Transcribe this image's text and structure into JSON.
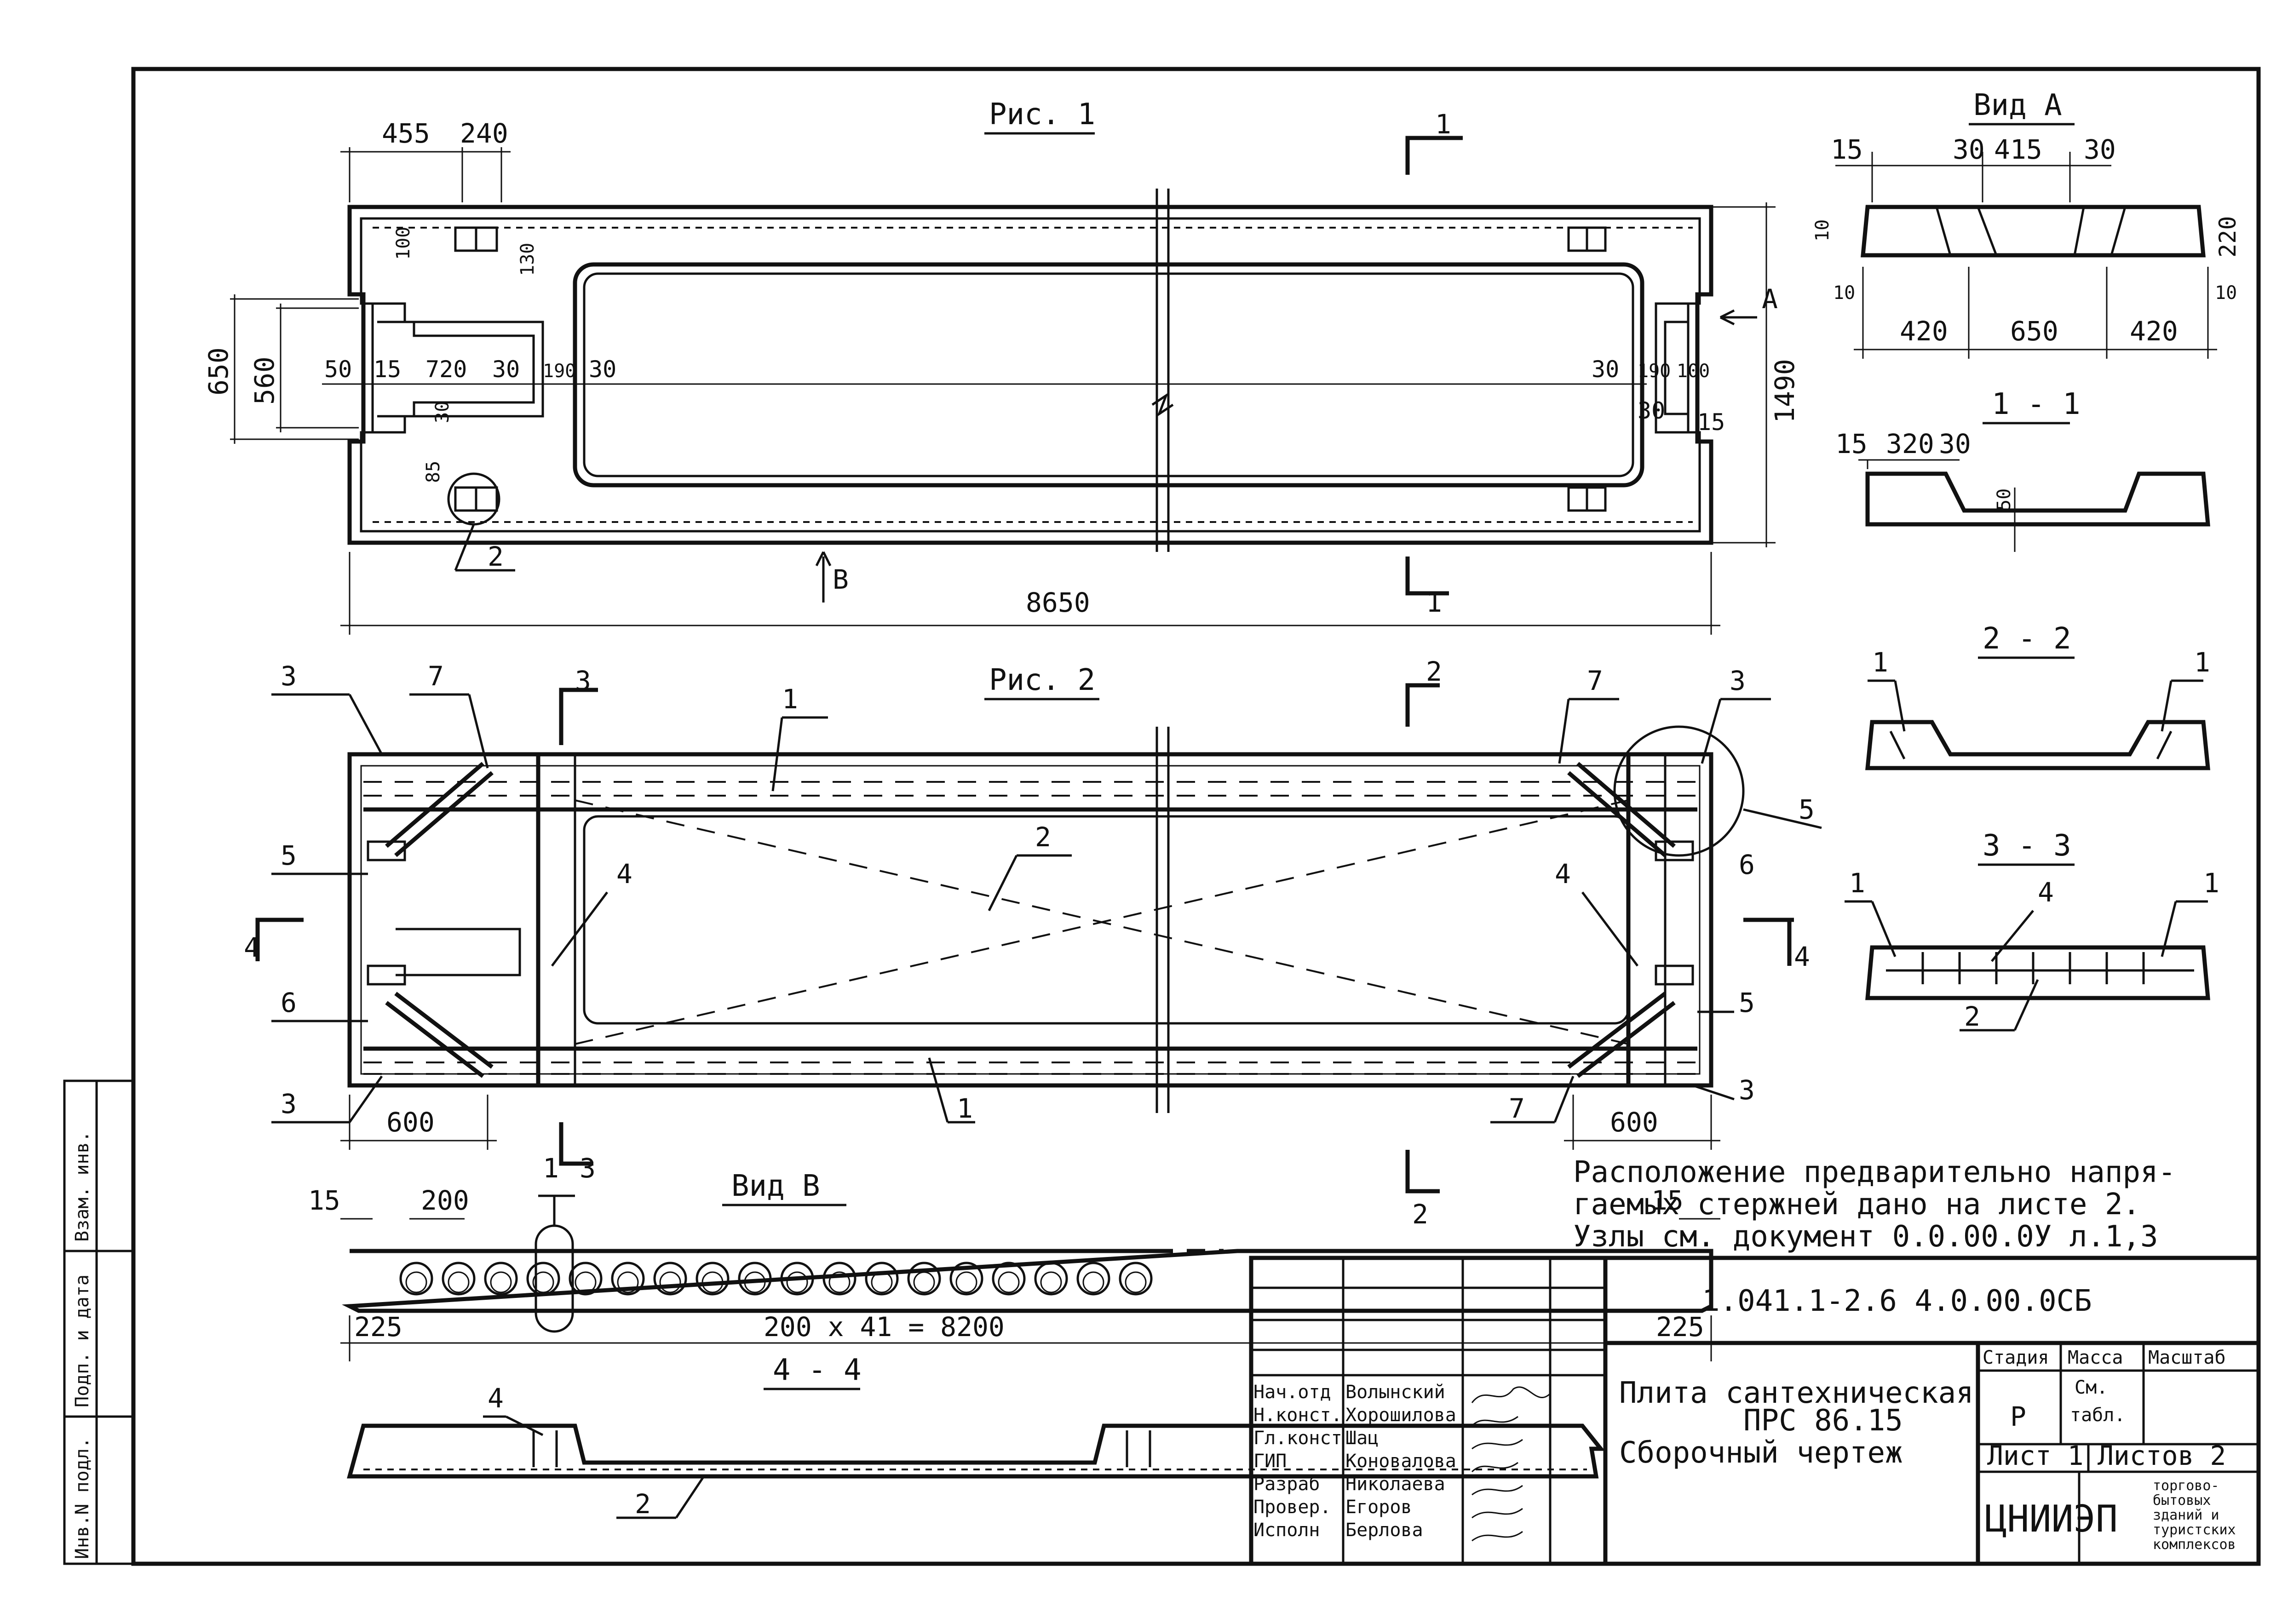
{
  "fig1": {
    "title": "Рис. 1",
    "dims": {
      "top_455": "455",
      "top_240": "240",
      "d100": "100",
      "d130": "130",
      "d650": "650",
      "d560": "560",
      "l50": "50",
      "l15": "15",
      "l720": "720",
      "l30a": "30",
      "l190": "190",
      "l30b": "30",
      "r30": "30",
      "r190": "190",
      "r100": "100",
      "r30b": "30",
      "r15": "15",
      "v30": "30",
      "v85": "85",
      "d1490": "1490",
      "total": "8650"
    },
    "callout_2": "2",
    "section_1": "1",
    "view_a": "А",
    "view_b": "В"
  },
  "vid_a": {
    "title": "Вид А",
    "d15": "15",
    "d30a": "30",
    "d415": "415",
    "d30b": "30",
    "d10a": "10",
    "d220": "220",
    "d10b": "10",
    "d420a": "420",
    "d650": "650",
    "d420b": "420",
    "d10c": "10"
  },
  "sec11": {
    "title": "1 - 1",
    "d15": "15",
    "d320": "320",
    "d30": "30",
    "d50": "50"
  },
  "fig2": {
    "title": "Рис. 2",
    "labels": [
      "3",
      "7",
      "1",
      "5",
      "4",
      "6",
      "3",
      "2",
      "7",
      "3",
      "5",
      "6",
      "4",
      "5",
      "3",
      "1",
      "7"
    ],
    "sec3_top": "3",
    "sec2_top": "2",
    "sec4_left": "4",
    "sec4_right": "4",
    "sec3_bot": "3",
    "sec2_bot": "2",
    "d600_left": "600",
    "d600_right": "600"
  },
  "sec22": {
    "title": "2 - 2",
    "l1a": "1",
    "l1b": "1"
  },
  "sec33": {
    "title": "3 - 3",
    "l1a": "1",
    "l4": "4",
    "l1b": "1",
    "l2": "2"
  },
  "vid_b": {
    "title": "Вид В",
    "d15l": "15",
    "d200": "200",
    "d15r": "15",
    "callout_1": "1",
    "d225l": "225",
    "formula": "200 x 41 = 8200",
    "d225r": "225"
  },
  "sec44": {
    "title": "4 - 4",
    "l4": "4",
    "l2": "2"
  },
  "note": {
    "line1": "Расположение предварительно напря-",
    "line2": "гаемых стержней дано на листе 2.",
    "line3": "Узлы см. документ 0.0.00.0У л.1,3"
  },
  "stamp": {
    "doc_code": "1.041.1-2.6 4.0.00.0СБ",
    "title1": "Плита сантехническая",
    "title2": "ПРС 86.15",
    "title3": "Сборочный чертеж",
    "stage_hdr": "Стадия",
    "mass_hdr": "Масса",
    "scale_hdr": "Масштаб",
    "stage_val": "Р",
    "mass_val1": "См.",
    "mass_val2": "табл.",
    "sheet": "Лист 1",
    "sheets": "Листов 2",
    "org": "ЦНИИЭП",
    "org_desc": [
      "торгово-",
      "бытовых",
      "зданий и",
      "туристских",
      "комплексов"
    ],
    "roles": [
      {
        "role": "Нач.отд",
        "name": "Волынский"
      },
      {
        "role": "Н.конст.",
        "name": "Хорошилова"
      },
      {
        "role": "Гл.конст",
        "name": "Шац"
      },
      {
        "role": "ГИП",
        "name": "Коновалова"
      },
      {
        "role": "Разраб",
        "name": "Николаева"
      },
      {
        "role": "Провер.",
        "name": "Егоров"
      },
      {
        "role": "Исполн",
        "name": "Берлова"
      }
    ]
  },
  "sidebar": {
    "c1": "Инв.N подл.",
    "c2": "Подп. и дата",
    "c3": "Взам. инв."
  }
}
